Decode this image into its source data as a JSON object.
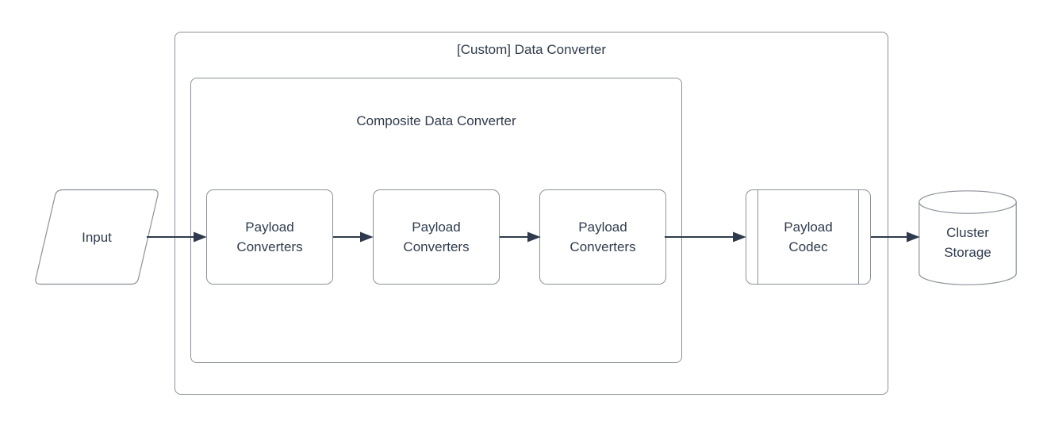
{
  "diagram": {
    "outer_container": {
      "label": "[Custom] Data Converter"
    },
    "inner_container": {
      "label": "Composite Data Converter"
    },
    "input_node": {
      "label": "Input"
    },
    "payload_converter_nodes": [
      {
        "label": "Payload Converters"
      },
      {
        "label": "Payload Converters"
      },
      {
        "label": "Payload Converters"
      }
    ],
    "payload_codec_node": {
      "label": "Payload Codec"
    },
    "cluster_storage_node": {
      "label": "Cluster Storage"
    },
    "colors": {
      "shape_border": "#8b9199",
      "text": "#2f3b4c",
      "arrow": "#2f3b4c",
      "canvas_background": "#ffffff"
    }
  }
}
